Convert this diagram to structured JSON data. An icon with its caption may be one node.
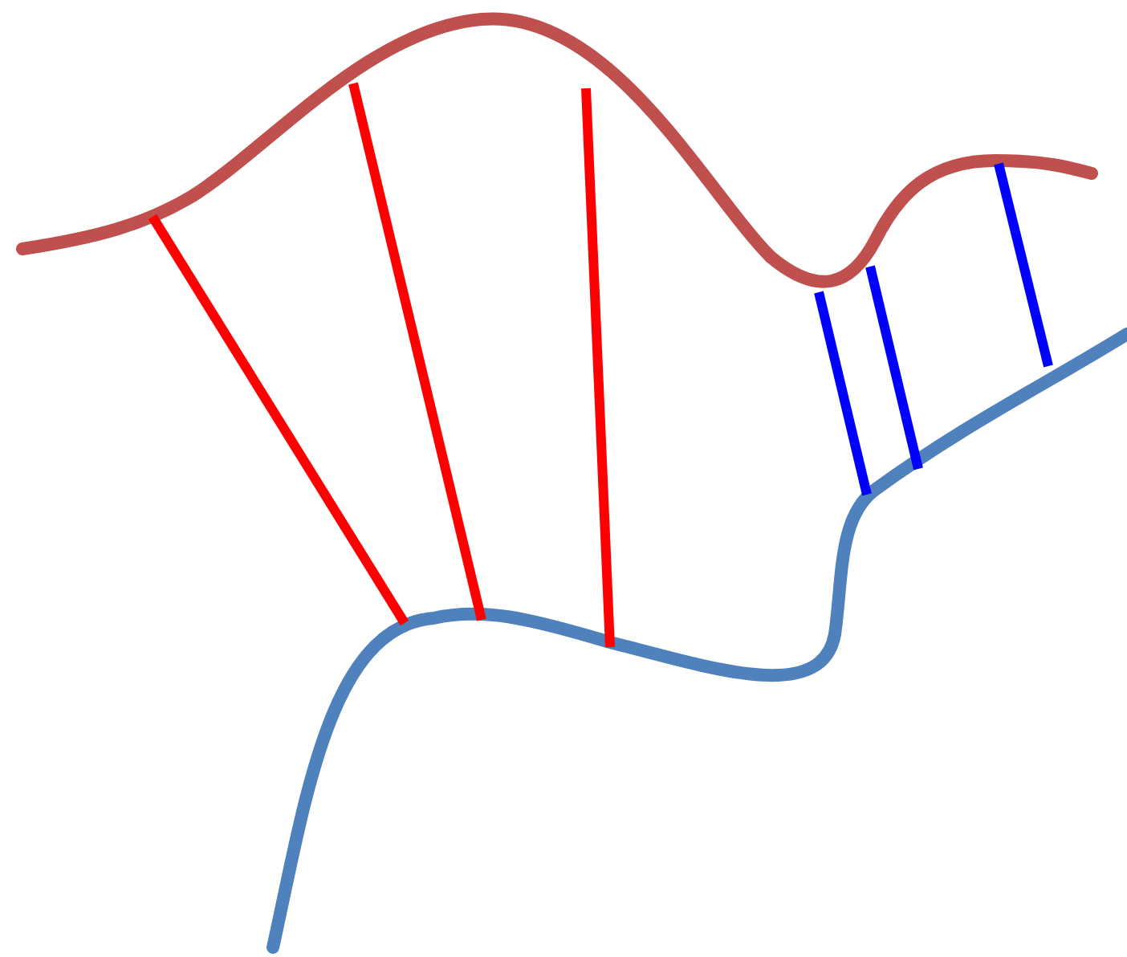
{
  "diagram": {
    "nodes": [
      {
        "text": [],
        "shape": "curve"
      },
      {
        "text": [],
        "shape": "curve"
      }
    ],
    "edges": [
      {
        "from": 0,
        "to": 1,
        "arrow": "none",
        "color": "#ff0000"
      },
      {
        "from": 0,
        "to": 1,
        "arrow": "none",
        "color": "#ff0000"
      },
      {
        "from": 0,
        "to": 1,
        "arrow": "none",
        "color": "#ff0000"
      },
      {
        "from": 0,
        "to": 1,
        "arrow": "none",
        "color": "#0000ff"
      },
      {
        "from": 0,
        "to": 1,
        "arrow": "none",
        "color": "#0000ff"
      },
      {
        "from": 0,
        "to": 1,
        "arrow": "none",
        "color": "#0000ff"
      }
    ]
  }
}
